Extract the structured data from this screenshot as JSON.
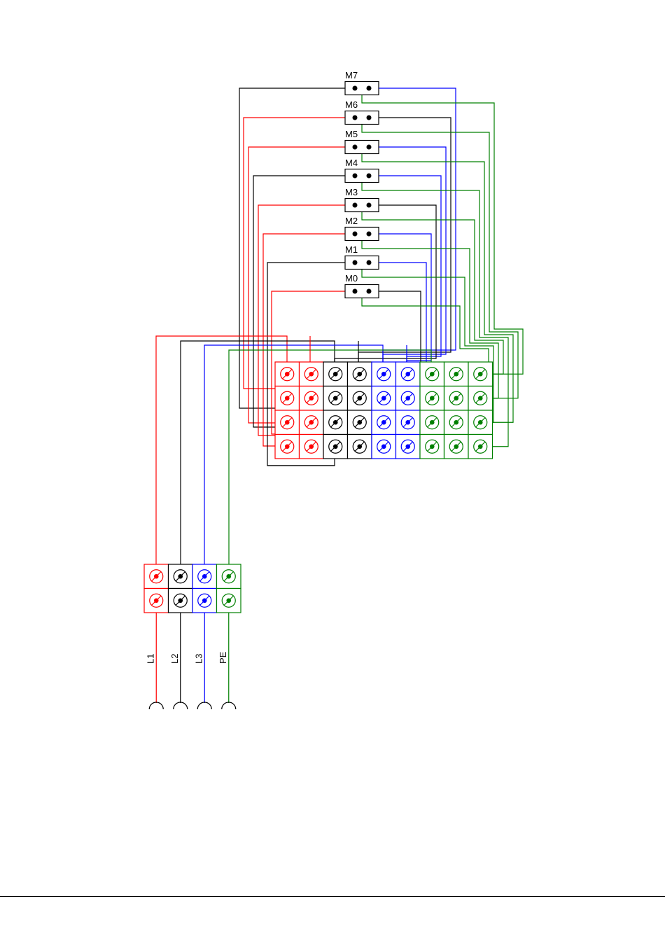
{
  "colors": {
    "red": "#ff0000",
    "black": "#000000",
    "blue": "#0000ff",
    "green": "#008000"
  },
  "motors": [
    {
      "label": "M7"
    },
    {
      "label": "M6"
    },
    {
      "label": "M5"
    },
    {
      "label": "M4"
    },
    {
      "label": "M3"
    },
    {
      "label": "M2"
    },
    {
      "label": "M1"
    },
    {
      "label": "M0"
    }
  ],
  "distribution_block": {
    "rows": 4,
    "column_colors": [
      "red",
      "red",
      "black",
      "black",
      "blue",
      "blue",
      "green",
      "green",
      "green"
    ]
  },
  "supply_block": {
    "rows": 2,
    "column_colors": [
      "red",
      "black",
      "blue",
      "green"
    ]
  },
  "supply_lines": [
    {
      "label": "L1",
      "color": "red"
    },
    {
      "label": "L2",
      "color": "black"
    },
    {
      "label": "L3",
      "color": "blue"
    },
    {
      "label": "PE",
      "color": "green"
    }
  ]
}
